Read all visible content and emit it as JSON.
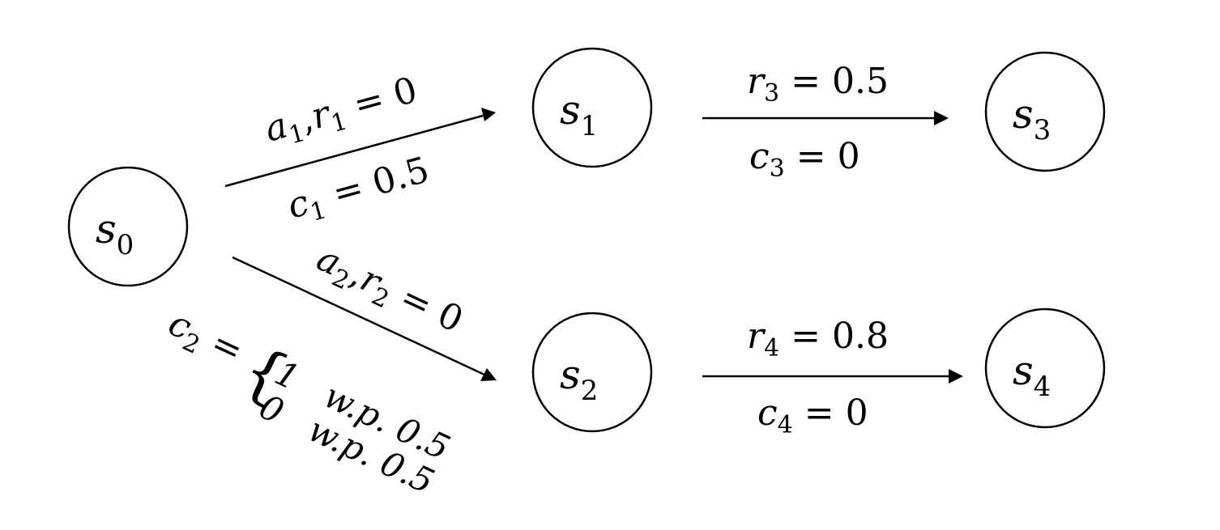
{
  "nodes": {
    "s0": {
      "letter": "s",
      "sub": "0"
    },
    "s1": {
      "letter": "s",
      "sub": "1"
    },
    "s2": {
      "letter": "s",
      "sub": "2"
    },
    "s3": {
      "letter": "s",
      "sub": "3"
    },
    "s4": {
      "letter": "s",
      "sub": "4"
    }
  },
  "edges": {
    "e01": {
      "above": {
        "a": "a",
        "a_sub": "1",
        "comma": ",",
        "r": "r",
        "r_sub": "1",
        "eq": " = 0"
      },
      "below": {
        "c": "c",
        "c_sub": "1",
        "eq": " = 0.5"
      }
    },
    "e02": {
      "above": {
        "a": "a",
        "a_sub": "2",
        "comma": ",",
        "r": "r",
        "r_sub": "2",
        "eq": " = 0"
      },
      "below": {
        "c": "c",
        "c_sub": "2",
        "eq": " =",
        "brace": "{",
        "case1": "1   w.p. 0.5",
        "case2": "0   w.p. 0.5"
      }
    },
    "e13": {
      "above": {
        "r": "r",
        "r_sub": "3",
        "eq": " = 0.5"
      },
      "below": {
        "c": "c",
        "c_sub": "3",
        "eq": " = 0"
      }
    },
    "e24": {
      "above": {
        "r": "r",
        "r_sub": "4",
        "eq": " = 0.8"
      },
      "below": {
        "c": "c",
        "c_sub": "4",
        "eq": " = 0"
      }
    }
  }
}
